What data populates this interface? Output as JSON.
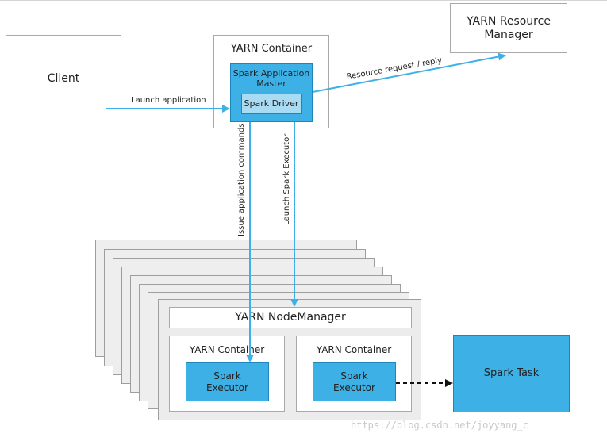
{
  "nodes": {
    "client": "Client",
    "yarn_container_top": "YARN Container",
    "spark_app_master": "Spark Application\nMaster",
    "spark_driver": "Spark Driver",
    "yarn_rm": "YARN Resource\nManager",
    "node_manager": "YARN NodeManager",
    "yarn_container_left": "YARN Container",
    "yarn_container_right": "YARN Container",
    "spark_executor_left": "Spark\nExecutor",
    "spark_executor_right": "Spark\nExecutor",
    "spark_task": "Spark Task"
  },
  "edges": {
    "launch_application": "Launch application",
    "resource_request": "Resource request / reply",
    "issue_commands": "Issue application commands",
    "launch_executor": "Launch Spark Executor"
  },
  "watermark": "https://blog.csdn.net/joyyang_c",
  "colors": {
    "accent": "#3db0e6",
    "accent_dark": "#1f86bd",
    "light_accent": "#a9dbf3",
    "arrow": "#3db0e6",
    "stack_fill": "#eeeeee"
  }
}
